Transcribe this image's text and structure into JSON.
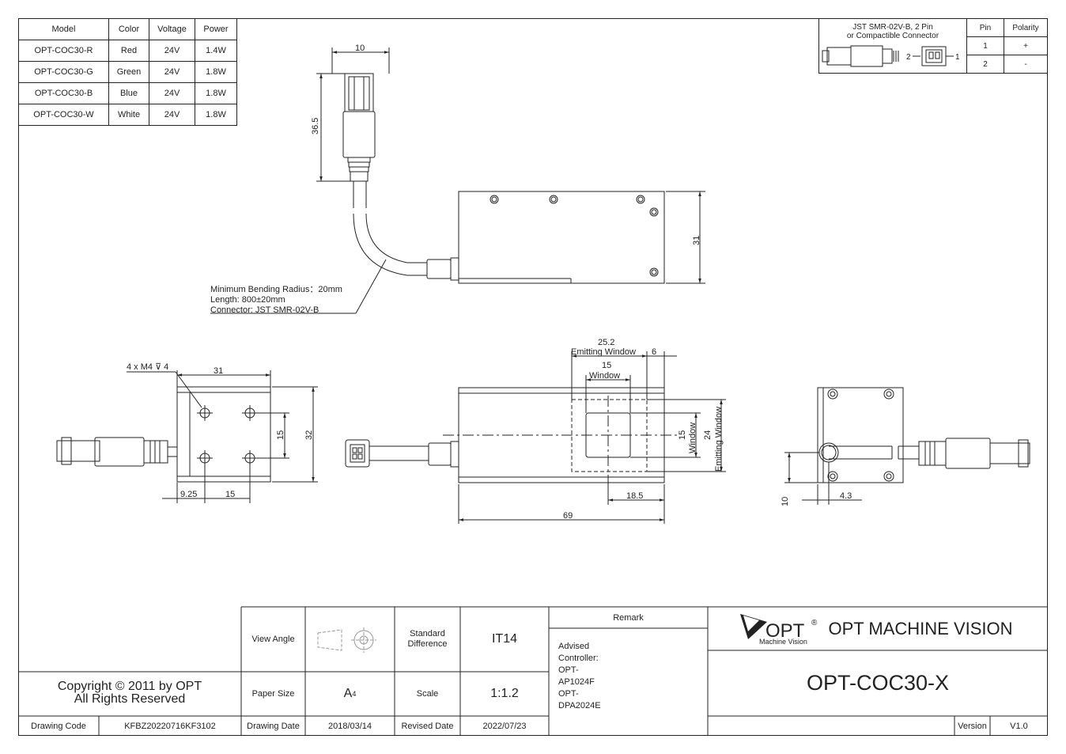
{
  "spec_table": {
    "headers": [
      "Model",
      "Color",
      "Voltage",
      "Power"
    ],
    "rows": [
      [
        "OPT-COC30-R",
        "Red",
        "24V",
        "1.4W"
      ],
      [
        "OPT-COC30-G",
        "Green",
        "24V",
        "1.8W"
      ],
      [
        "OPT-COC30-B",
        "Blue",
        "24V",
        "1.8W"
      ],
      [
        "OPT-COC30-W",
        "White",
        "24V",
        "1.8W"
      ]
    ]
  },
  "connector_table": {
    "title_line1": "JST SMR-02V-B, 2 Pin",
    "title_line2": "or Compactible Connector",
    "pin_header": "Pin",
    "polarity_header": "Polarity",
    "pins": [
      {
        "pin": "1",
        "polarity": "+"
      },
      {
        "pin": "2",
        "polarity": "-"
      }
    ],
    "label_pin2": "2",
    "label_pin1": "1"
  },
  "notes": {
    "bend_radius": "Minimum Bending Radius：20mm",
    "length": "Length: 800±20mm",
    "connector": "Connector: JST SMR-02V-B",
    "holes": "4 x M4 ⊽ 4"
  },
  "dims": {
    "conn_width": "10",
    "conn_length": "36.5",
    "side_height": "31",
    "end_width": "31",
    "end_inner": "15",
    "end_height": "32",
    "end_x1": "9.25",
    "end_x2": "15",
    "emit_width": "25.2",
    "emit_width_label": "Emitting Window",
    "edge": "6",
    "win_width": "15",
    "win_label": "Window",
    "win_height": "15",
    "win_height_label": "Window",
    "emit_height": "24",
    "emit_height_label": "Emitting Window",
    "offset": "18.5",
    "length": "69",
    "back_height": "10",
    "back_offset": "4.3"
  },
  "title_block": {
    "copyright_line1": "Copyright © 2011 by OPT",
    "copyright_line2": "All Rights Reserved",
    "drawing_code_label": "Drawing Code",
    "drawing_code": "KFBZ20220716KF3102",
    "view_angle_label": "View Angle",
    "standard_diff_label_1": "Standard",
    "standard_diff_label_2": "Difference",
    "standard_diff": "IT14",
    "paper_size_label": "Paper Size",
    "paper_size": "A",
    "paper_size_sub": "4",
    "scale_label": "Scale",
    "scale": "1:1.2",
    "drawing_date_label": "Drawing Date",
    "drawing_date": "2018/03/14",
    "revised_date_label": "Revised Date",
    "revised_date": "2022/07/23",
    "remark_label": "Remark",
    "advised_label": "Advised Controller:",
    "controller_1": "OPT-AP1024F",
    "controller_2": "OPT-DPA2024E",
    "logo_text": "OPT",
    "logo_reg": "®",
    "logo_sub": "Machine Vision",
    "company": "OPT MACHINE VISION",
    "part_number": "OPT-COC30-X",
    "version_label": "Version",
    "version": "V1.0"
  }
}
